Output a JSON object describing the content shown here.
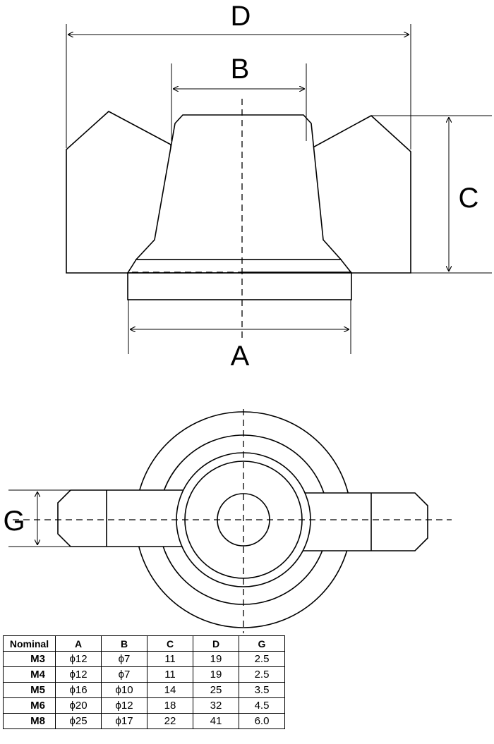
{
  "labels": {
    "A": "A",
    "B": "B",
    "C": "C",
    "D": "D",
    "G": "G"
  },
  "table": {
    "headers": [
      "Nominal",
      "A",
      "B",
      "C",
      "D",
      "G"
    ],
    "rows": [
      [
        "M3",
        "ϕ12",
        "ϕ7",
        "11",
        "19",
        "2.5"
      ],
      [
        "M4",
        "ϕ12",
        "ϕ7",
        "11",
        "19",
        "2.5"
      ],
      [
        "M5",
        "ϕ16",
        "ϕ10",
        "14",
        "25",
        "3.5"
      ],
      [
        "M6",
        "ϕ20",
        "ϕ12",
        "18",
        "32",
        "4.5"
      ],
      [
        "M8",
        "ϕ25",
        "ϕ17",
        "22",
        "41",
        "6.0"
      ]
    ]
  }
}
